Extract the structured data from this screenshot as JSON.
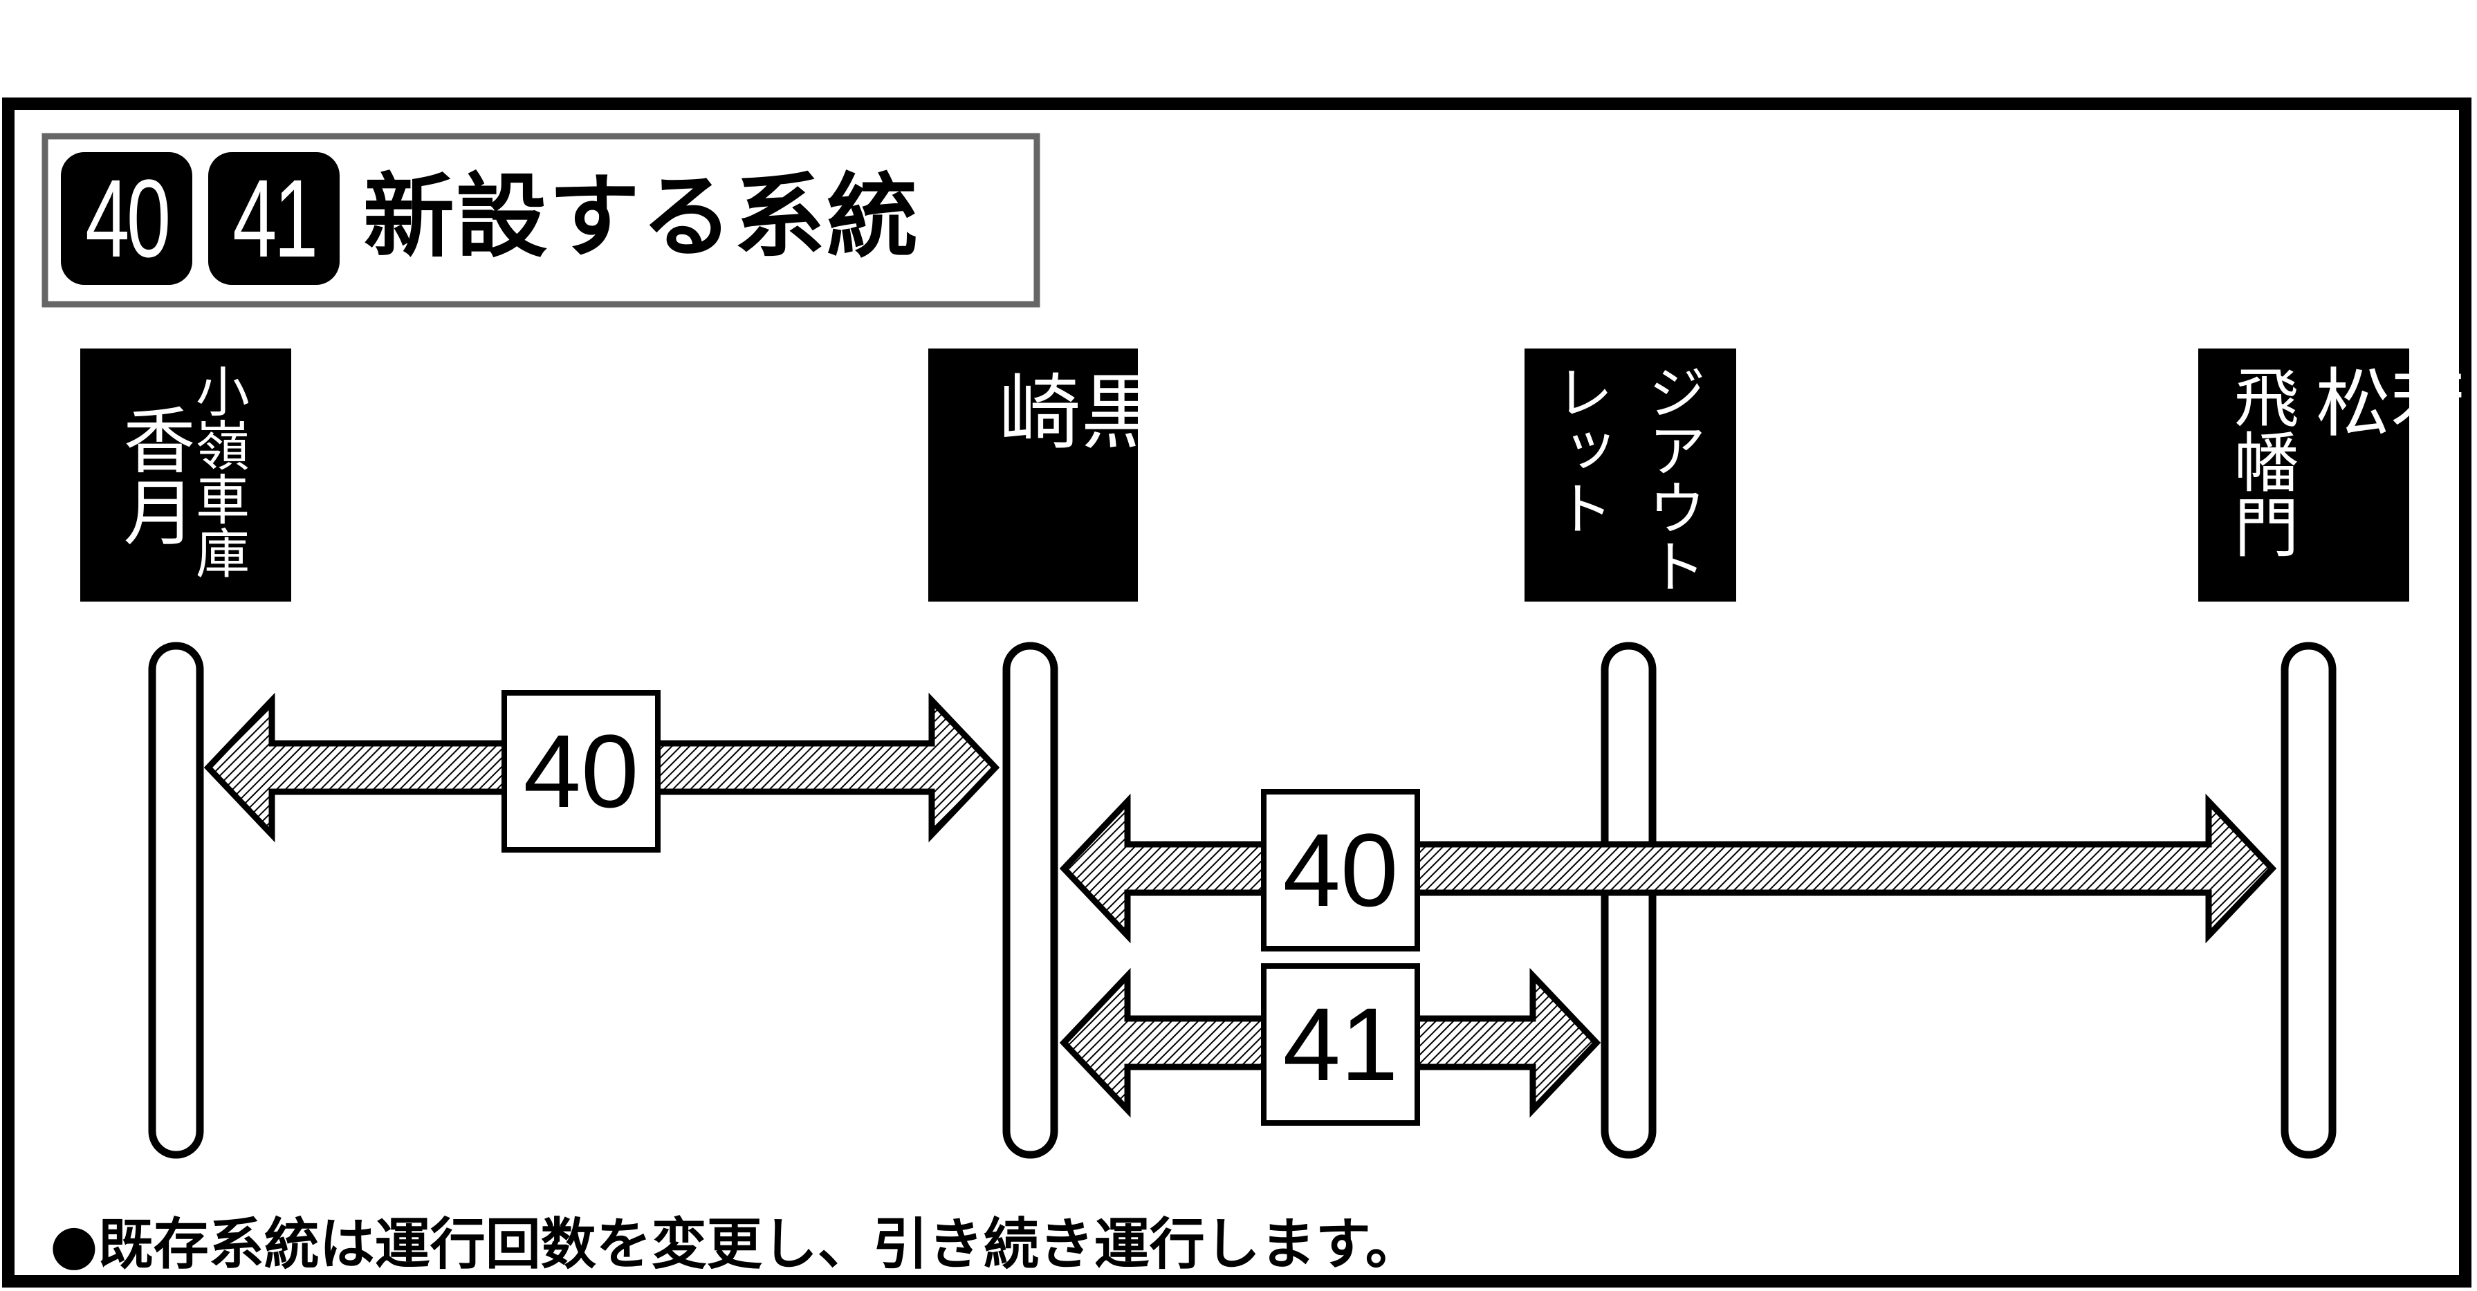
{
  "header": {
    "badges": [
      "40",
      "41"
    ],
    "title": "新設する系統"
  },
  "stations": {
    "kazuki": {
      "name": "香月",
      "sub": "小嶺車庫"
    },
    "kurosaki": {
      "name": "黒崎"
    },
    "outlet": {
      "line1": "ジアウト",
      "line2": "レット"
    },
    "wakamatsu": {
      "name": "若松",
      "sub": "飛幡門"
    }
  },
  "routes": [
    {
      "label": "40",
      "from": "香月 小嶺車庫",
      "to": "黒崎"
    },
    {
      "label": "40",
      "from": "黒崎",
      "to": "若松 飛幡門"
    },
    {
      "label": "41",
      "from": "黒崎",
      "to": "ジアウトレット"
    }
  ],
  "footer": "●既存系統は運行回数を変更し、引き続き運行します。",
  "colors": {
    "ink": "#000000",
    "frame_gray": "#666666",
    "background": "#ffffff"
  }
}
